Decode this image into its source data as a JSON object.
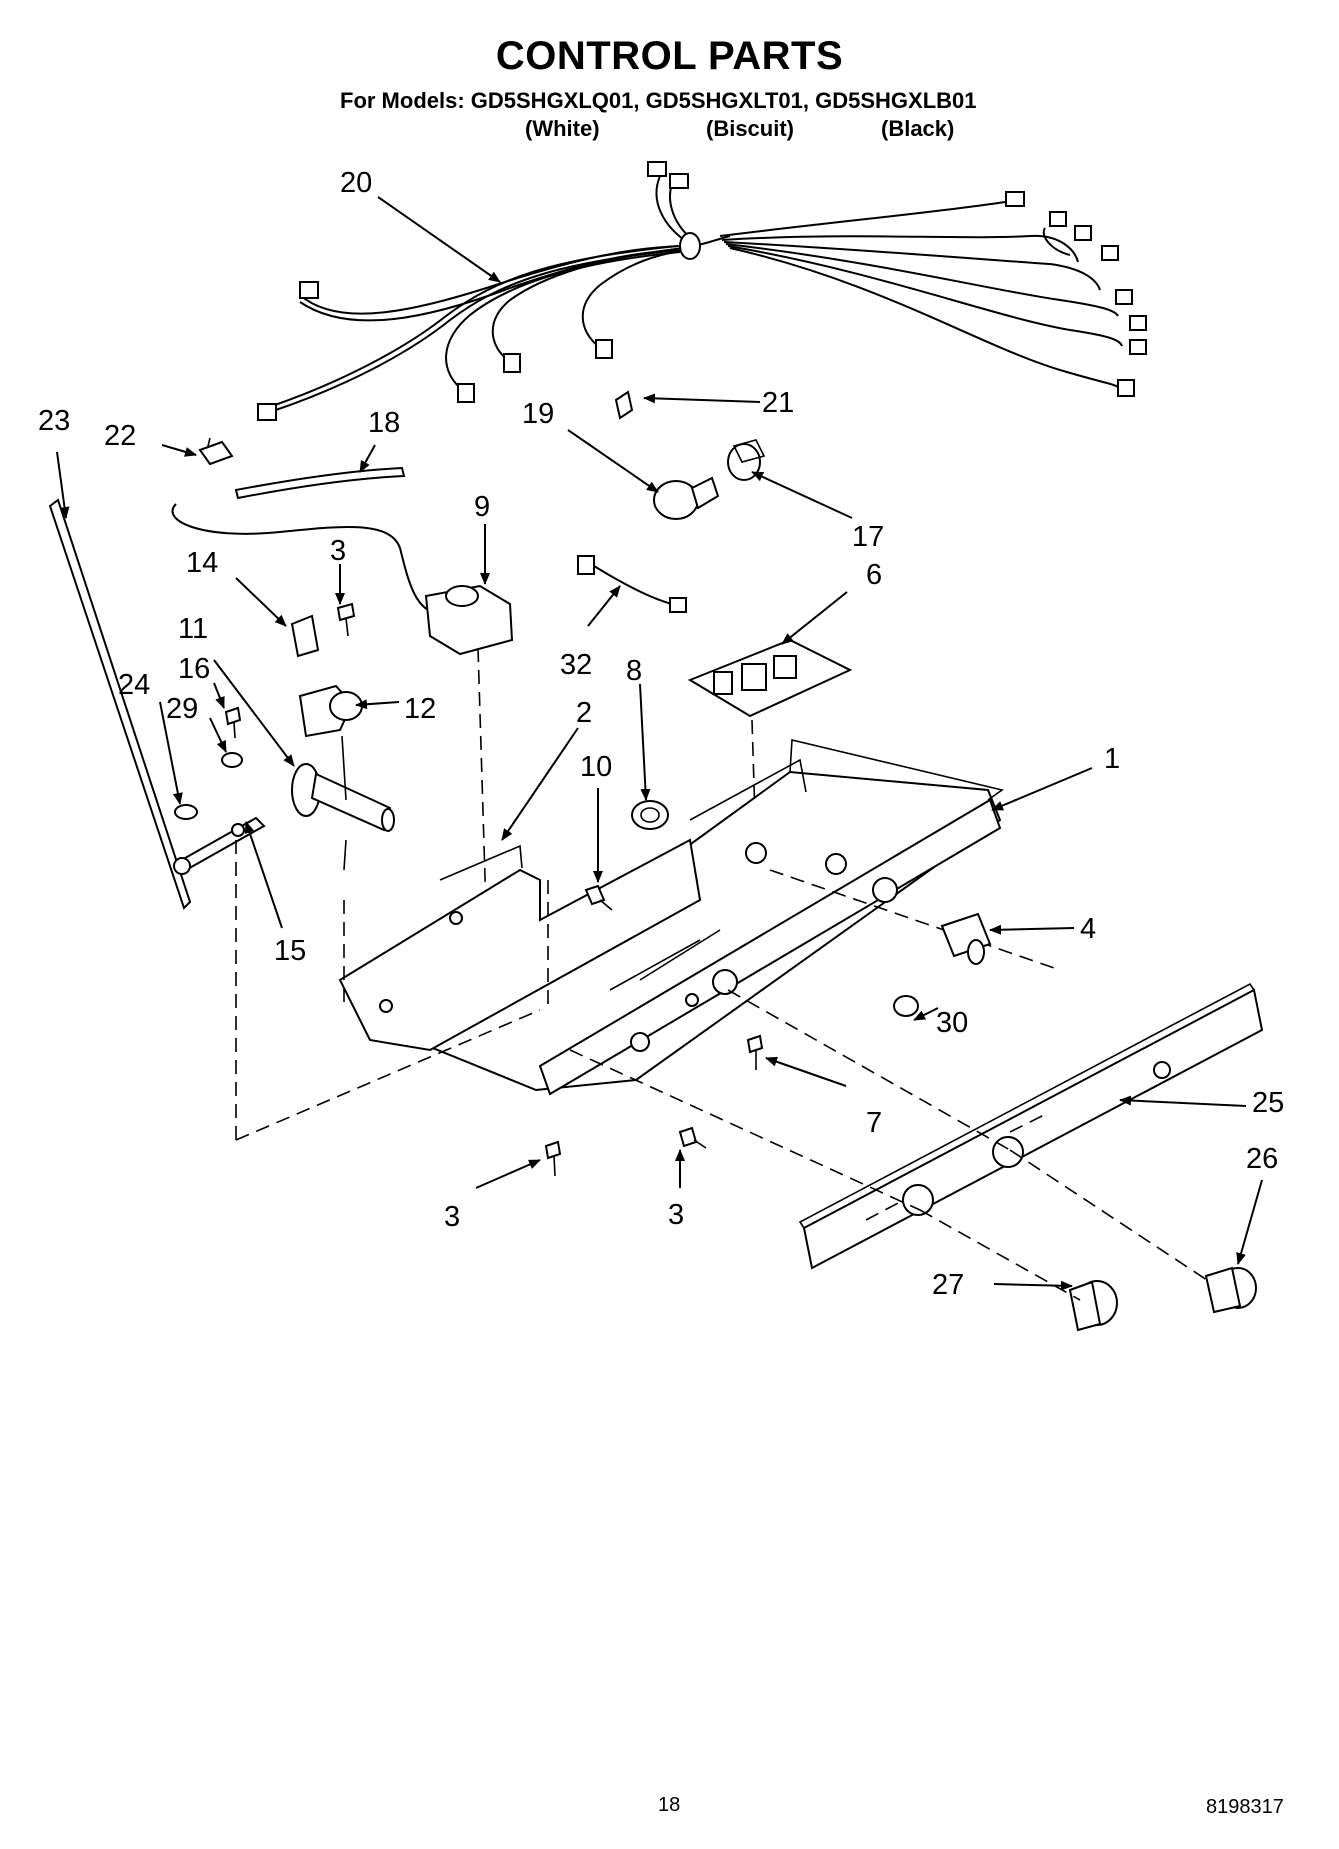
{
  "header": {
    "title": "CONTROL PARTS",
    "models_line": "For Models: GD5SHGXLQ01, GD5SHGXLT01, GD5SHGXLB01",
    "finishes": [
      "(White)",
      "(Biscuit)",
      "(Black)"
    ]
  },
  "callouts": [
    "20",
    "21",
    "19",
    "17",
    "23",
    "22",
    "18",
    "9",
    "3",
    "14",
    "6",
    "11",
    "32",
    "16",
    "12",
    "24",
    "29",
    "8",
    "2",
    "10",
    "1",
    "15",
    "4",
    "30",
    "7",
    "25",
    "26",
    "3",
    "3",
    "27"
  ],
  "footer": {
    "page_number": "18",
    "document_number": "8198317"
  }
}
